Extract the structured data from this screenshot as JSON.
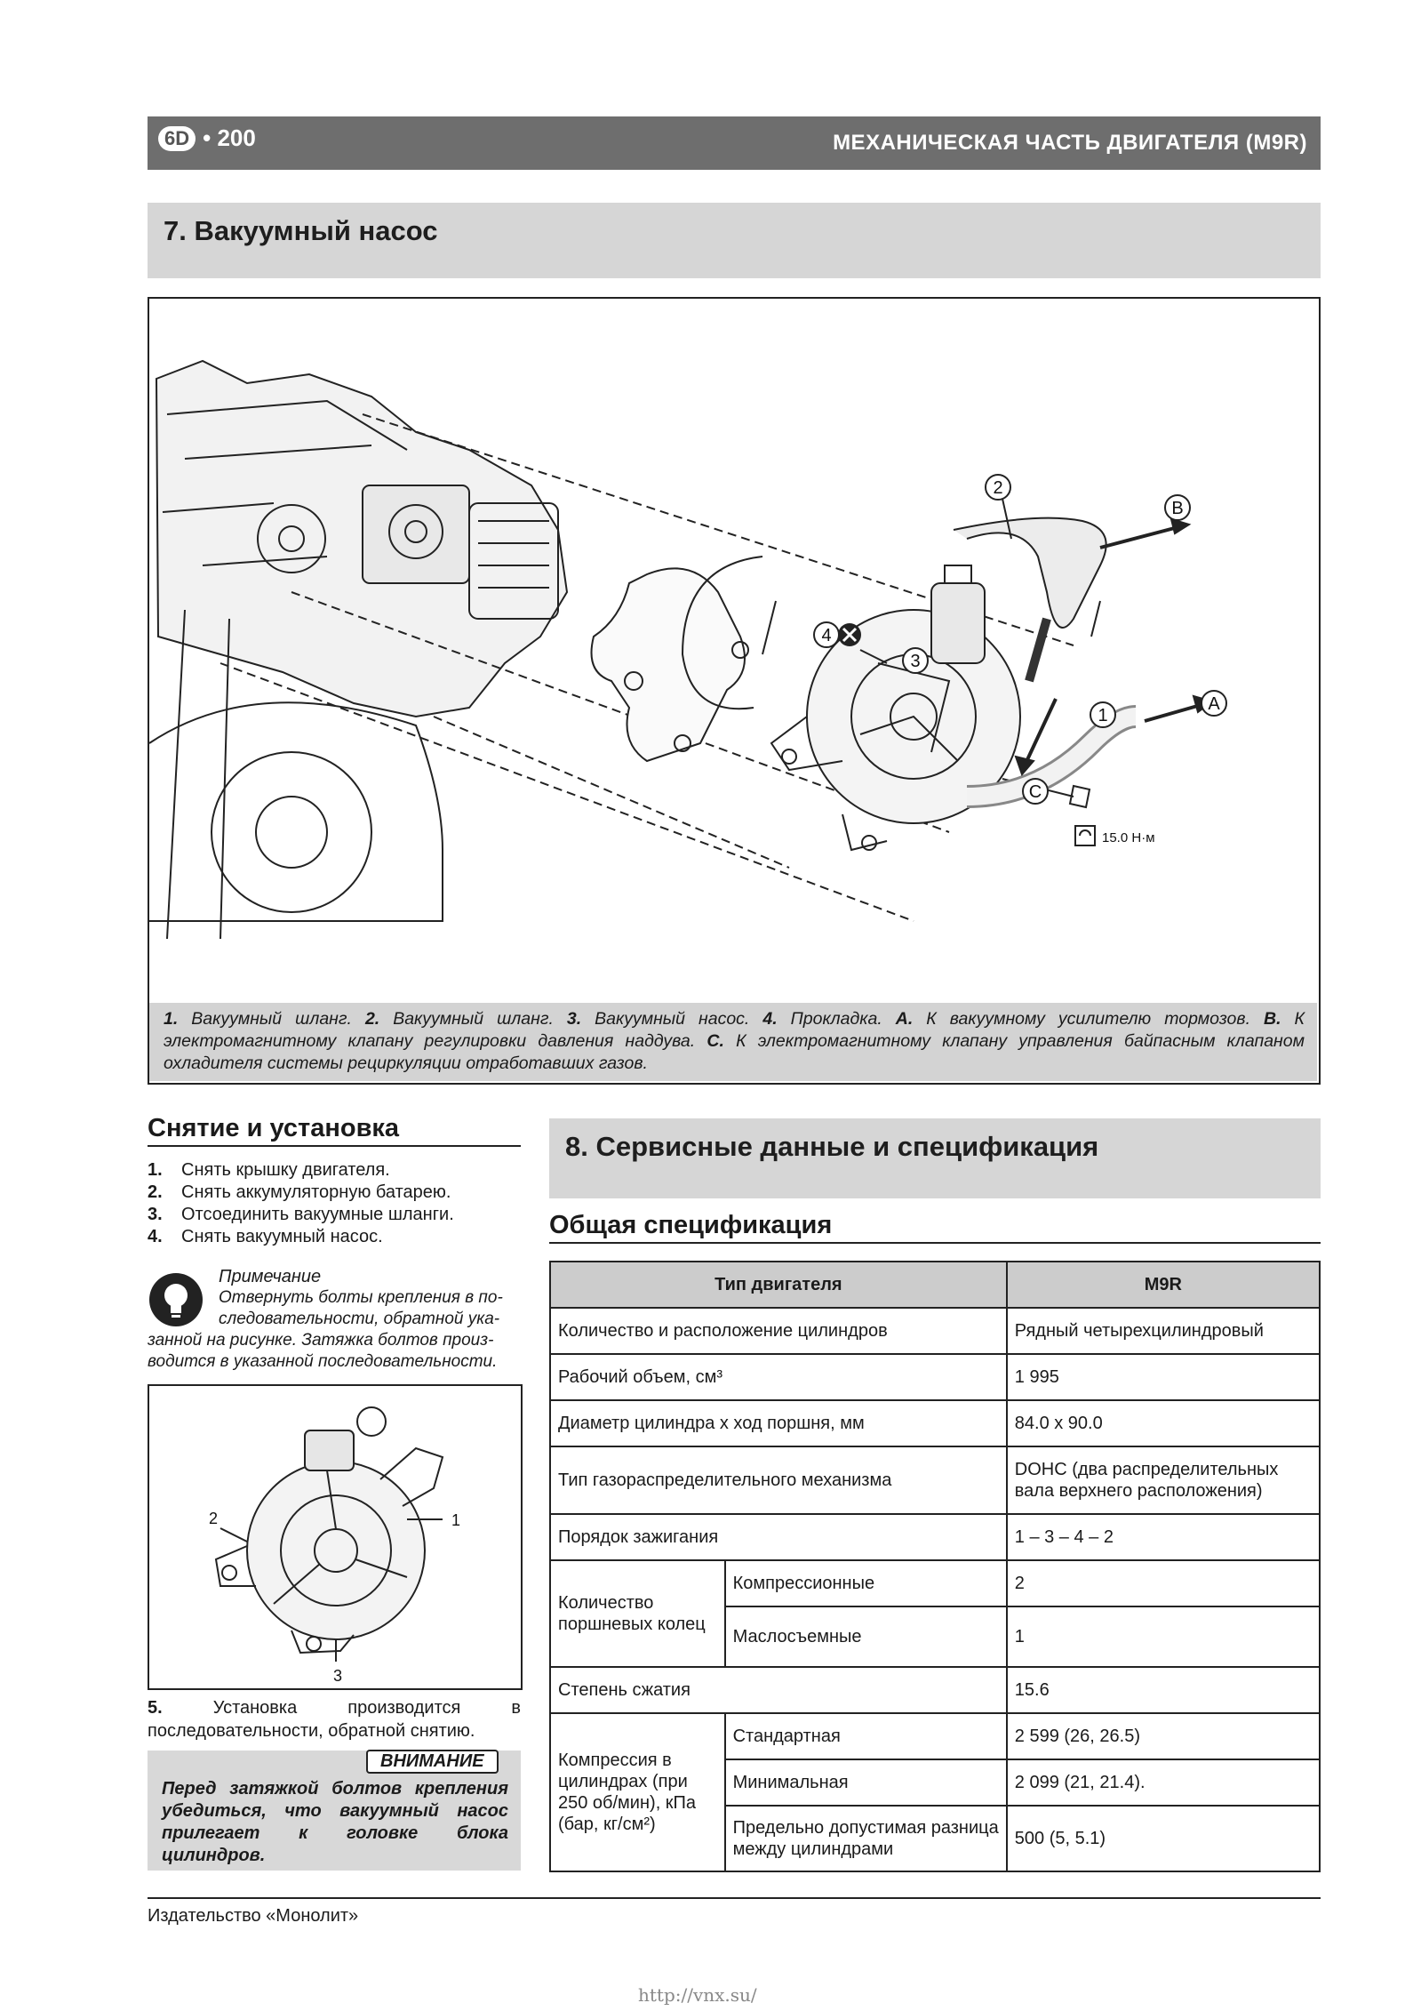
{
  "header": {
    "badge": "6D",
    "page_number": "• 200",
    "title": "МЕХАНИЧЕСКАЯ ЧАСТЬ ДВИГАТЕЛЯ (M9R)"
  },
  "section7": {
    "title": "7. Вакуумный насос"
  },
  "figure1": {
    "callouts": [
      "1",
      "2",
      "3",
      "4",
      "A",
      "B",
      "C"
    ],
    "torque": "15.0 Н·м",
    "caption_parts": [
      {
        "b": "1.",
        "t": " Вакуумный шланг. "
      },
      {
        "b": "2.",
        "t": " Вакуумный шланг. "
      },
      {
        "b": "3.",
        "t": " Вакуумный насос. "
      },
      {
        "b": "4.",
        "t": " Прокладка. "
      },
      {
        "b": "A.",
        "t": " К вакуумному усилителю тормозов. "
      },
      {
        "b": "B.",
        "t": " К электромагнитному клапану регулировки давления наддува. "
      },
      {
        "b": "C.",
        "t": " К электромагнитному клапану управления байпасным клапаном охладителя системы рециркуляции отработавших газов."
      }
    ]
  },
  "removal": {
    "heading": "Снятие и установка",
    "steps": [
      {
        "n": "1.",
        "t": "Снять крышку двигателя."
      },
      {
        "n": "2.",
        "t": "Снять аккумуляторную батарею."
      },
      {
        "n": "3.",
        "t": "Отсоединить вакуумные шланги."
      },
      {
        "n": "4.",
        "t": "Снять вакуумный насос."
      }
    ],
    "note_title": "Примечание",
    "note_lines": [
      "Отвернуть болты крепления в по-",
      "следовательности, обратной ука-",
      "занной на рисунке. Затяжка болтов произ-",
      "водится в указанной последовательности."
    ],
    "figure2_labels": [
      "1",
      "2",
      "3"
    ],
    "step5_num": "5.",
    "step5_text": "Установка производится в последовательности, обратной снятию.",
    "warning_label": "ВНИМАНИЕ",
    "warning_text": "Перед затяжкой болтов крепления убедиться, что вакуумный насос прилегает к головке блока цилиндров."
  },
  "section8": {
    "title": "8. Сервисные данные и спецификация",
    "subheading": "Общая спецификация",
    "table": {
      "header": [
        "Тип двигателя",
        "M9R"
      ],
      "row_cylinders": [
        "Количество и расположение цилиндров",
        "Рядный четырехцилиндровый"
      ],
      "row_volume": [
        "Рабочий объем, см³",
        "1 995"
      ],
      "row_bore": [
        "Диаметр цилиндра х ход поршня, мм",
        "84.0 x 90.0"
      ],
      "row_valvetrain": [
        "Тип газораспределительного механизма",
        "DOHC (два распределительных вала верхнего расположения)"
      ],
      "row_firing": [
        "Порядок зажигания",
        "1 – 3 – 4 – 2"
      ],
      "rings_label": "Количество поршневых колец",
      "rings": [
        [
          "Компрессионные",
          "2"
        ],
        [
          "Маслосъемные",
          "1"
        ]
      ],
      "row_ratio": [
        "Степень сжатия",
        "15.6"
      ],
      "compression_label": "Компрессия в цилиндрах (при 250 об/мин), кПа (бар, кг/см²)",
      "compression": [
        [
          "Стандартная",
          "2 599 (26, 26.5)"
        ],
        [
          "Минимальная",
          "2 099 (21, 21.4)."
        ],
        [
          "Предельно допустимая разница между цилиндрами",
          "500 (5, 5.1)"
        ]
      ]
    }
  },
  "footer": {
    "publisher": "Издательство «Монолит»",
    "url": "http://vnx.su/"
  }
}
